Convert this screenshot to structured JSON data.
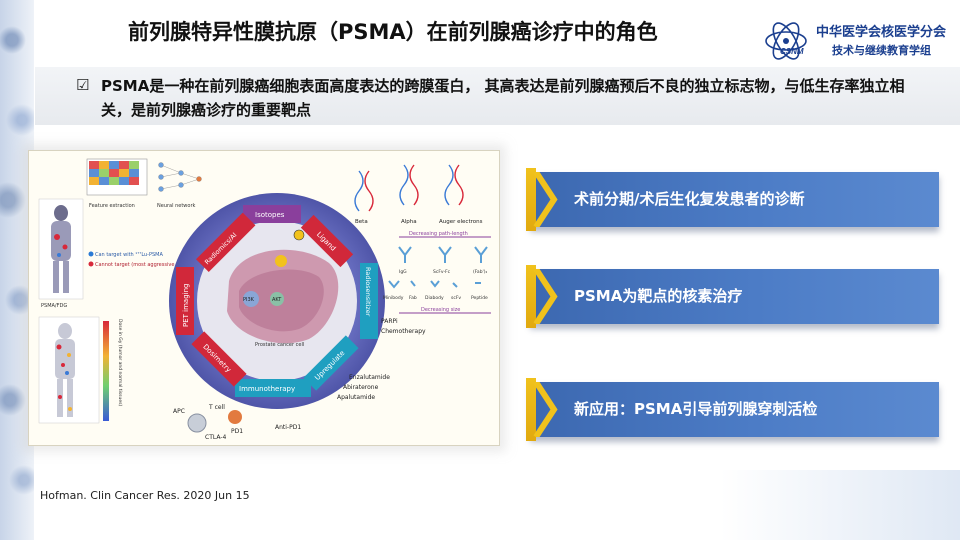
{
  "title": "前列腺特异性膜抗原（PSMA）在前列腺癌诊疗中的角色",
  "logo": {
    "org_name": "中华医学会核医学分会",
    "dept_name": "技术与继续教育学组",
    "mark_text": "CSNM"
  },
  "bullet": {
    "icon": "checkbox-checked-icon",
    "text": "PSMA是一种在前列腺癌细胞表面高度表达的跨膜蛋白， 其高表达是前列腺癌预后不良的独立标志物，与低生存率独立相关，是前列腺癌诊疗的重要靶点"
  },
  "figure": {
    "segments": [
      "Isotopes",
      "Ligand",
      "Radiosensitizer",
      "Upregulate",
      "Immunotherapy",
      "Dosimetry",
      "PET imaging",
      "Radiomics/AI"
    ],
    "isotopes": [
      "Beta",
      "Alpha",
      "Auger electrons"
    ],
    "path_length_caption": "Decreasing path-length",
    "size_caption": "Decreasing size",
    "ligand_labels": [
      "IgG",
      "ScFv-Fc",
      "(Fab')₂",
      "Minibody",
      "Fab",
      "Diabody",
      "scFv",
      "Peptide"
    ],
    "drug_labels": [
      "PARPi",
      "Chemotherapy",
      "Enzalutamide",
      "Abiraterone",
      "Apalutamide"
    ],
    "immune_labels": [
      "APC",
      "T cell",
      "CTLA-4",
      "PD1",
      "Anti-PD1"
    ],
    "left_labels": [
      "Feature extraction",
      "Neural network",
      "Can target with ¹⁷⁷Lu-PSMA",
      "Cannot target (most aggressive sites)",
      "PSMA/FDG"
    ],
    "cell_labels": [
      "Prostate cancer cell",
      "AKT",
      "PI3K"
    ],
    "colorbar_label": "Dose in Gy (tumor and normal tissues)"
  },
  "citation": "Hofman. Clin Cancer Res. 2020 Jun 15",
  "cards": [
    {
      "label": "术前分期/术后生化复发患者的诊断"
    },
    {
      "label": "PSMA为靶点的核素治疗"
    },
    {
      "label": "新应用：PSMA引导前列腺穿刺活检"
    }
  ],
  "colors": {
    "card_blue": "#4a7ac3",
    "accent_yellow": "#f0c21c",
    "ring_blue": "#5b62b4",
    "segment_red": "#d1283a",
    "segment_purple": "#8a3f9c",
    "segment_teal": "#1f9fc0",
    "logo_blue": "#1b3f8f"
  }
}
